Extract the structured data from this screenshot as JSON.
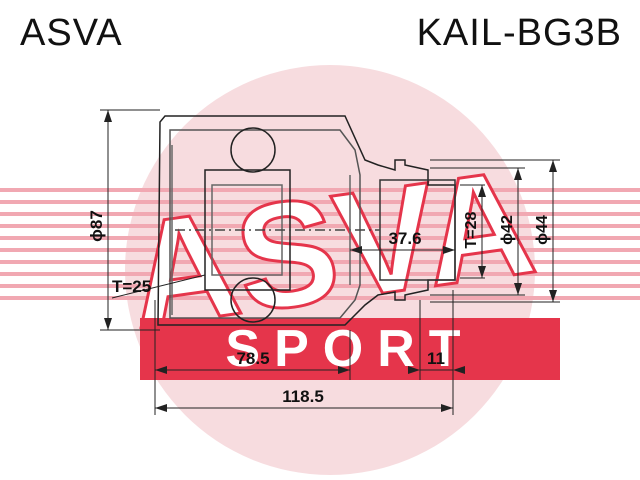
{
  "header": {
    "brand": "ASVA",
    "part_number": "KAIL-BG3B"
  },
  "watermark": {
    "top_text": "ASVA",
    "bottom_text": "SPORT",
    "color": "#e5354b"
  },
  "dimensions": {
    "overall_diameter": "ϕ87",
    "spline_teeth_inner": "T=25",
    "spline_teeth_outer": "T=28",
    "shaft_diameter_a": "ϕ42",
    "shaft_diameter_b": "ϕ44",
    "inner_length": "37.6",
    "body_length": "78.5",
    "shaft_length": "11",
    "total_length": "118.5"
  }
}
